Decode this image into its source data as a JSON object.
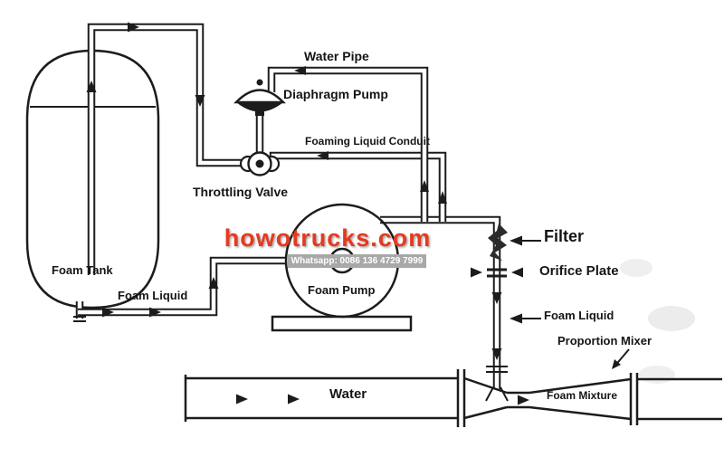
{
  "labels": {
    "water_pipe": "Water Pipe",
    "diaphragm_pump": "Diaphragm Pump",
    "foaming_liquid_conduit": "Foaming Liquid Conduit",
    "throttling_valve": "Throttling Valve",
    "foam_tank": "Foam Tank",
    "foam_liquid_left": "Foam Liquid",
    "foam_pump": "Foam Pump",
    "filter": "Filter",
    "orifice_plate": "Orifice Plate",
    "foam_liquid_right": "Foam Liquid",
    "proportion_mixer": "Proportion Mixer",
    "water": "Water",
    "foam_mixture": "Foam Mixture"
  },
  "watermark": {
    "brand": "howotrucks.com",
    "contact": "Whatsapp: 0086 136 4729 7999"
  },
  "colors": {
    "line": "#1c1c1c",
    "watermark_text": "#e6391f",
    "watermark_bar": "#a8a8a8",
    "background": "#ffffff"
  }
}
